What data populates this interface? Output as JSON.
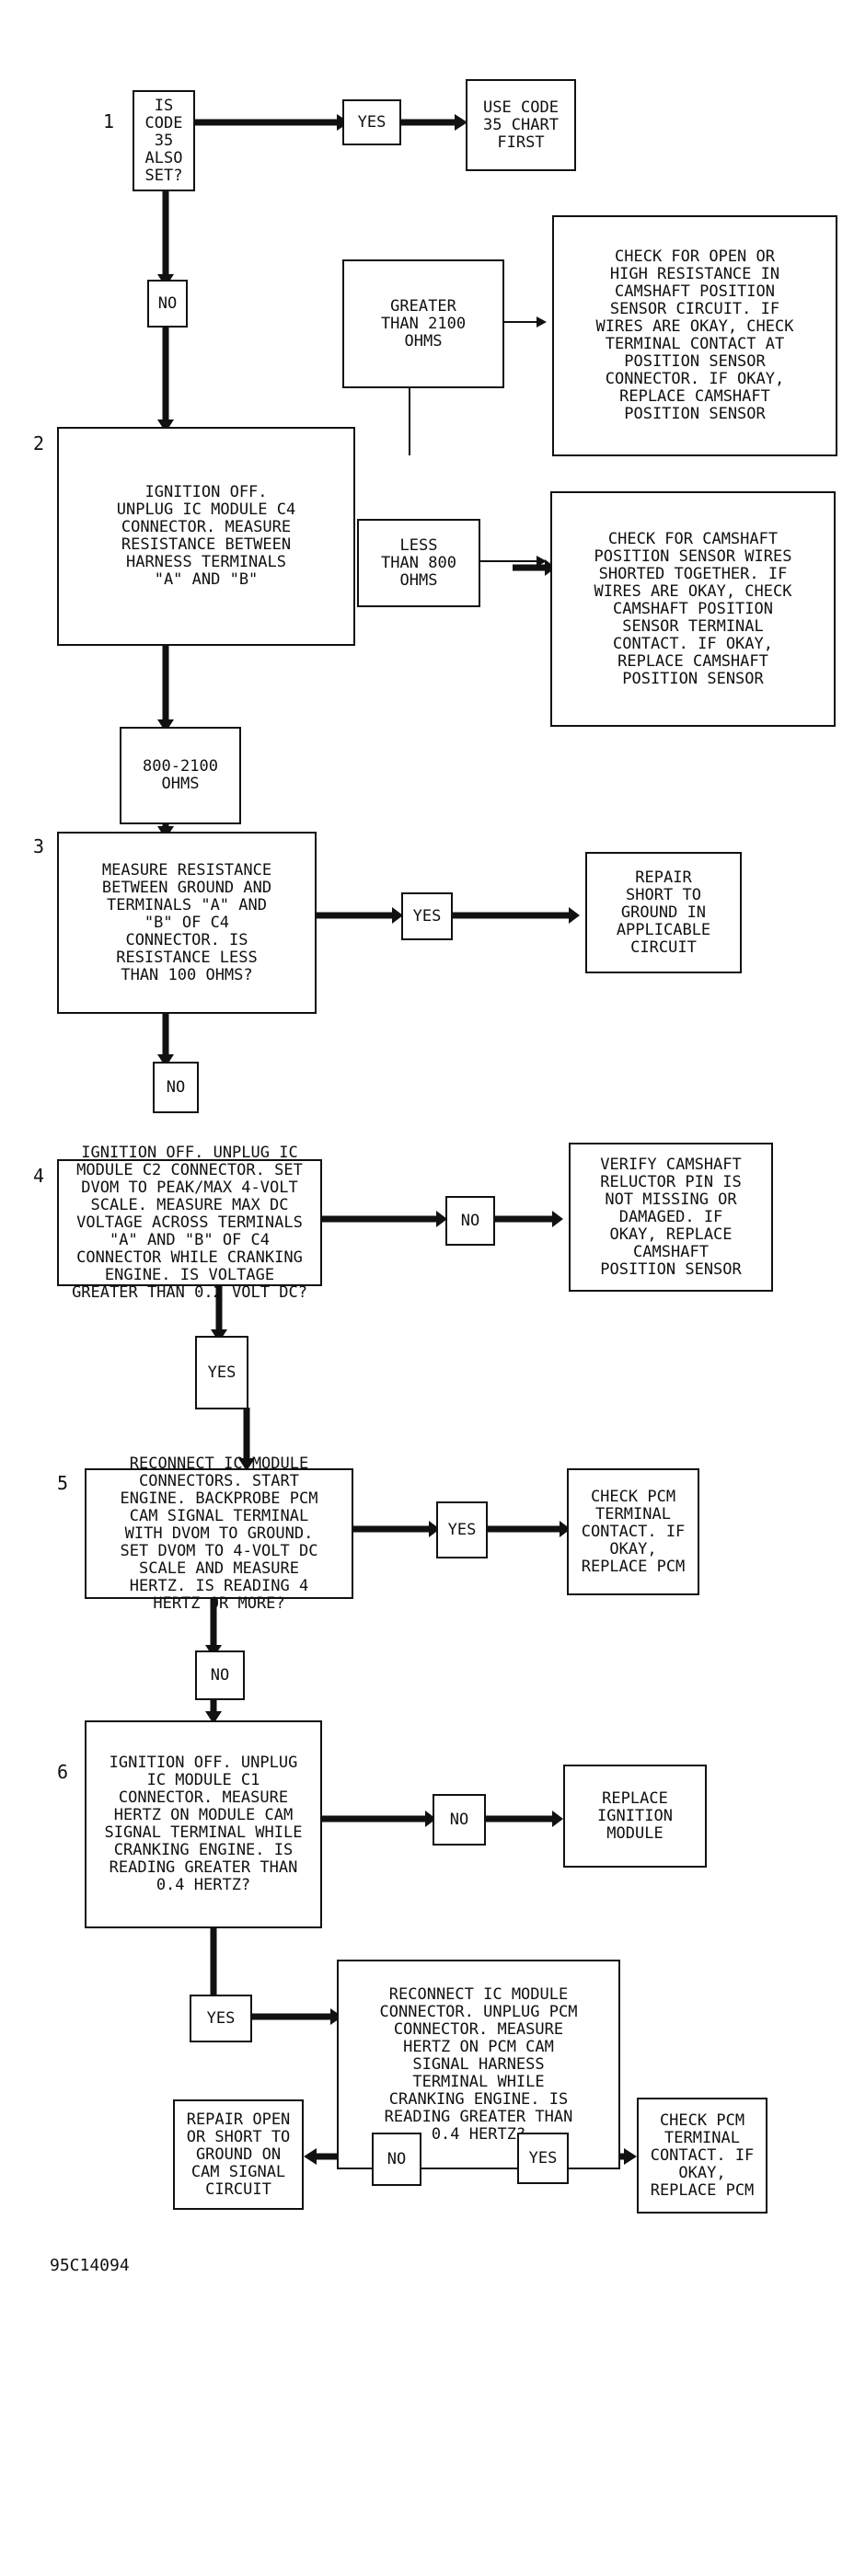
{
  "step_numbers": [
    "1",
    "2",
    "3",
    "4",
    "5",
    "6"
  ],
  "boxes": {
    "q1": "IS CODE\n35 ALSO\nSET?",
    "yes1": "YES",
    "use35": "USE CODE\n35 CHART\nFIRST",
    "no1": "NO",
    "greater2100": "GREATER\nTHAN 2100\nOHMS",
    "checkOpen": "CHECK FOR OPEN OR\nHIGH RESISTANCE IN\nCAMSHAFT POSITION\nSENSOR CIRCUIT. IF\nWIRES ARE OKAY, CHECK\nTERMINAL CONTACT AT\nPOSITION SENSOR\nCONNECTOR. IF OKAY,\nREPLACE CAMSHAFT\nPOSITION SENSOR",
    "step2": "IGNITION OFF.\nUNPLUG IC MODULE C4\nCONNECTOR. MEASURE\nRESISTANCE BETWEEN\nHARNESS TERMINALS\n\"A\" AND \"B\"",
    "less800": "LESS\nTHAN 800\nOHMS",
    "checkShort": "CHECK FOR CAMSHAFT\nPOSITION SENSOR WIRES\nSHORTED TOGETHER. IF\nWIRES ARE OKAY, CHECK\nCAMSHAFT POSITION\nSENSOR TERMINAL\nCONTACT. IF OKAY,\nREPLACE CAMSHAFT\nPOSITION SENSOR",
    "range800": "800-2100\nOHMS",
    "step3": "MEASURE RESISTANCE\nBETWEEN GROUND AND\nTERMINALS \"A\" AND\n\"B\" OF C4\nCONNECTOR. IS\nRESISTANCE LESS\nTHAN 100 OHMS?",
    "yes3": "YES",
    "repairShort": "REPAIR\nSHORT TO\nGROUND IN\nAPPLICABLE\nCIRCUIT",
    "no3": "NO",
    "step4": "IGNITION OFF. UNPLUG IC\nMODULE C2 CONNECTOR. SET\nDVOM TO PEAK/MAX 4-VOLT\nSCALE. MEASURE MAX DC\nVOLTAGE ACROSS TERMINALS\n\"A\" AND \"B\" OF C4\nCONNECTOR WHILE CRANKING\nENGINE. IS VOLTAGE\nGREATER THAN 0.2 VOLT DC?",
    "no4": "NO",
    "verify": "VERIFY CAMSHAFT\nRELUCTOR PIN IS\nNOT MISSING OR\nDAMAGED. IF\nOKAY, REPLACE\nCAMSHAFT\nPOSITION SENSOR",
    "yes4": "YES",
    "step5": "RECONNECT IC MODULE\nCONNECTORS. START\nENGINE. BACKPROBE PCM\nCAM SIGNAL TERMINAL\nWITH DVOM TO GROUND.\nSET DVOM TO 4-VOLT DC\nSCALE AND MEASURE\nHERTZ. IS READING 4\nHERTZ OR MORE?",
    "yes5": "YES",
    "checkPcm1": "CHECK PCM\nTERMINAL\nCONTACT. IF\nOKAY,\nREPLACE PCM",
    "no5": "NO",
    "step6": "IGNITION OFF. UNPLUG\nIC MODULE C1\nCONNECTOR. MEASURE\nHERTZ ON MODULE CAM\nSIGNAL TERMINAL WHILE\nCRANKING ENGINE. IS\nREADING GREATER THAN\n0.4 HERTZ?",
    "no6": "NO",
    "replaceIgn": "REPLACE\nIGNITION\nMODULE",
    "yes6": "YES",
    "step7": "RECONNECT IC MODULE\nCONNECTOR. UNPLUG PCM\nCONNECTOR. MEASURE\nHERTZ ON PCM CAM\nSIGNAL HARNESS\nTERMINAL WHILE\nCRANKING ENGINE. IS\nREADING GREATER THAN\n0.4 HERTZ?",
    "no7": "NO",
    "repairOpen": "REPAIR OPEN\nOR SHORT TO\nGROUND ON\nCAM SIGNAL\nCIRCUIT",
    "yes7": "YES",
    "checkPcm2": "CHECK PCM\nTERMINAL\nCONTACT. IF\nOKAY,\nREPLACE PCM"
  },
  "figure_ref": "95C14094"
}
